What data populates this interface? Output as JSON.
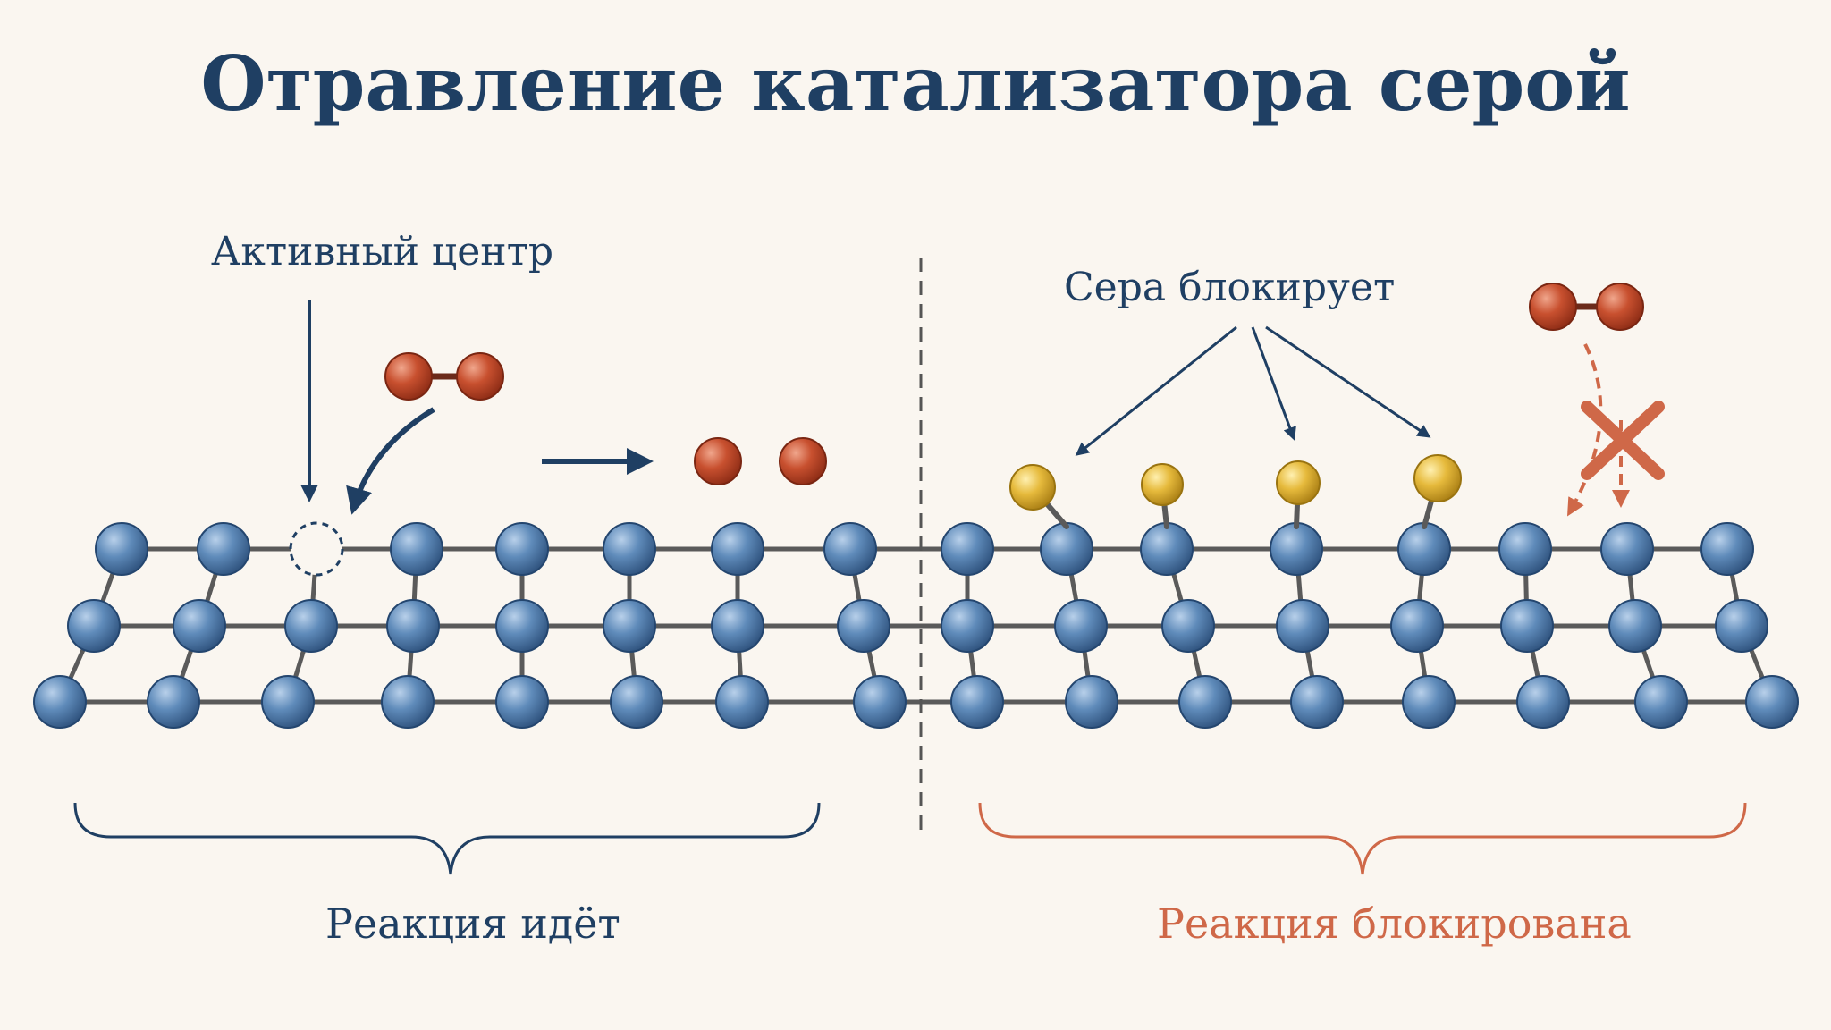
{
  "title": "Отравление катализатора серой",
  "labels": {
    "active_site": "Активный центр",
    "sulfur_blocks": "Сера блокирует",
    "reaction_proceeds": "Реакция идёт",
    "reaction_blocked": "Реакция блокирована"
  },
  "colors": {
    "background": "#faf6f0",
    "title": "#1f3f63",
    "catalyst_atom": "#4f79a8",
    "bond": "#5a5a5a",
    "reactant_atom": "#c0472c",
    "sulfur_atom": "#e2b638",
    "ok_accent": "#1f3f63",
    "blocked_accent": "#cf6848"
  },
  "icons": {
    "blocked_mark": "x-mark-icon",
    "active_site_vacancy": "dashed-circle-icon"
  }
}
